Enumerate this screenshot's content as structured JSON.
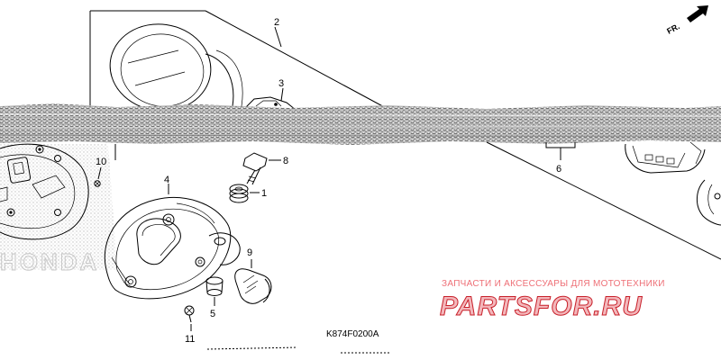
{
  "diagram": {
    "part_labels": {
      "p1": "1",
      "p2": "2",
      "p3": "3",
      "p4": "4",
      "p5": "5",
      "p6": "6",
      "p8": "8",
      "p9": "9",
      "p10": "10",
      "p11": "11"
    },
    "diagram_code": "K874F0200A",
    "direction_marker": "FR.",
    "watermark_text": "HONDA"
  },
  "watermark": {
    "tagline": "ЗАПЧАСТИ И АКСЕССУАРЫ ДЛЯ МОТОТЕХНИКИ",
    "site": "PARTSFOR.RU",
    "colors": {
      "brand_red": "#c8202a",
      "brand_pink": "#f3b7bb",
      "tagline_pink": "#ee6f76"
    }
  },
  "colors": {
    "line": "#000000",
    "background": "#ffffff",
    "torn_band": "#9a9a9a"
  }
}
